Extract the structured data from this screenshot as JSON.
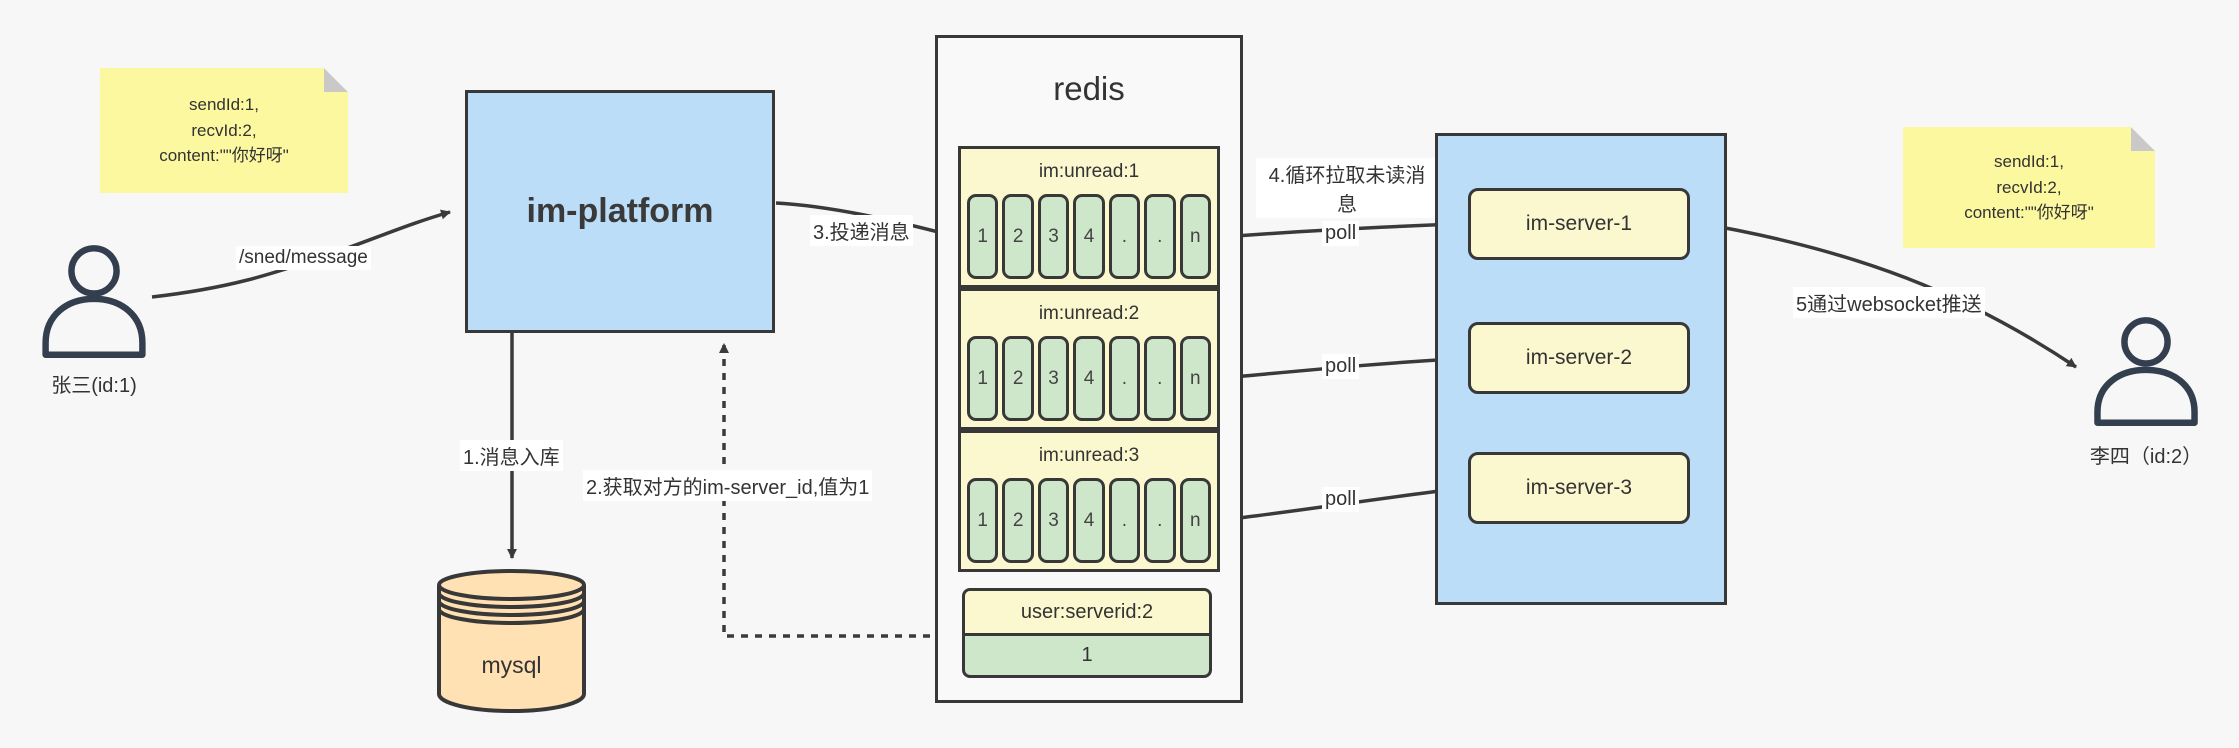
{
  "palette": {
    "background": "#F7F7F7",
    "node_blue": "#BBDDF8",
    "note_yellow": "#FBF8A0",
    "header_yellow": "#FBF7CE",
    "cell_green": "#CEE6CA",
    "db_peach": "#FFE1B3",
    "border_dark": "#383838",
    "arrow": "#3A3A3A",
    "note_fold": "#C9C9C9"
  },
  "notes": {
    "left": {
      "lines": [
        "sendId:1,",
        "recvId:2,",
        "content:\"\"你好呀\""
      ]
    },
    "right": {
      "lines": [
        "sendId:1,",
        "recvId:2,",
        "content:\"\"你好呀\""
      ]
    }
  },
  "actors": {
    "sender": {
      "label": "张三(id:1)"
    },
    "receiver": {
      "label": "李四（id:2）"
    }
  },
  "platform": {
    "label": "im-platform"
  },
  "database": {
    "label": "mysql"
  },
  "redis": {
    "title": "redis",
    "groups": [
      {
        "title": "im:unread:1",
        "cells": [
          "1",
          "2",
          "3",
          "4",
          ".",
          ".",
          "n"
        ]
      },
      {
        "title": "im:unread:2",
        "cells": [
          "1",
          "2",
          "3",
          "4",
          ".",
          ".",
          "n"
        ]
      },
      {
        "title": "im:unread:3",
        "cells": [
          "1",
          "2",
          "3",
          "4",
          ".",
          ".",
          "n"
        ]
      }
    ],
    "server_map": {
      "title": "user:serverid:2",
      "value": "1"
    }
  },
  "servers": {
    "items": [
      {
        "label": "im-server-1"
      },
      {
        "label": "im-server-2"
      },
      {
        "label": "im-server-3"
      }
    ]
  },
  "edge_labels": {
    "send": "/sned/message",
    "store": "1.消息入库",
    "lookup": "2.获取对方的im-server_id,值为1",
    "deliver": "3.投递消息",
    "poll_desc": "4.循环拉取未读消息",
    "poll_1": "poll",
    "poll_2": "poll",
    "poll_3": "poll",
    "push": "5通过websocket推送"
  }
}
